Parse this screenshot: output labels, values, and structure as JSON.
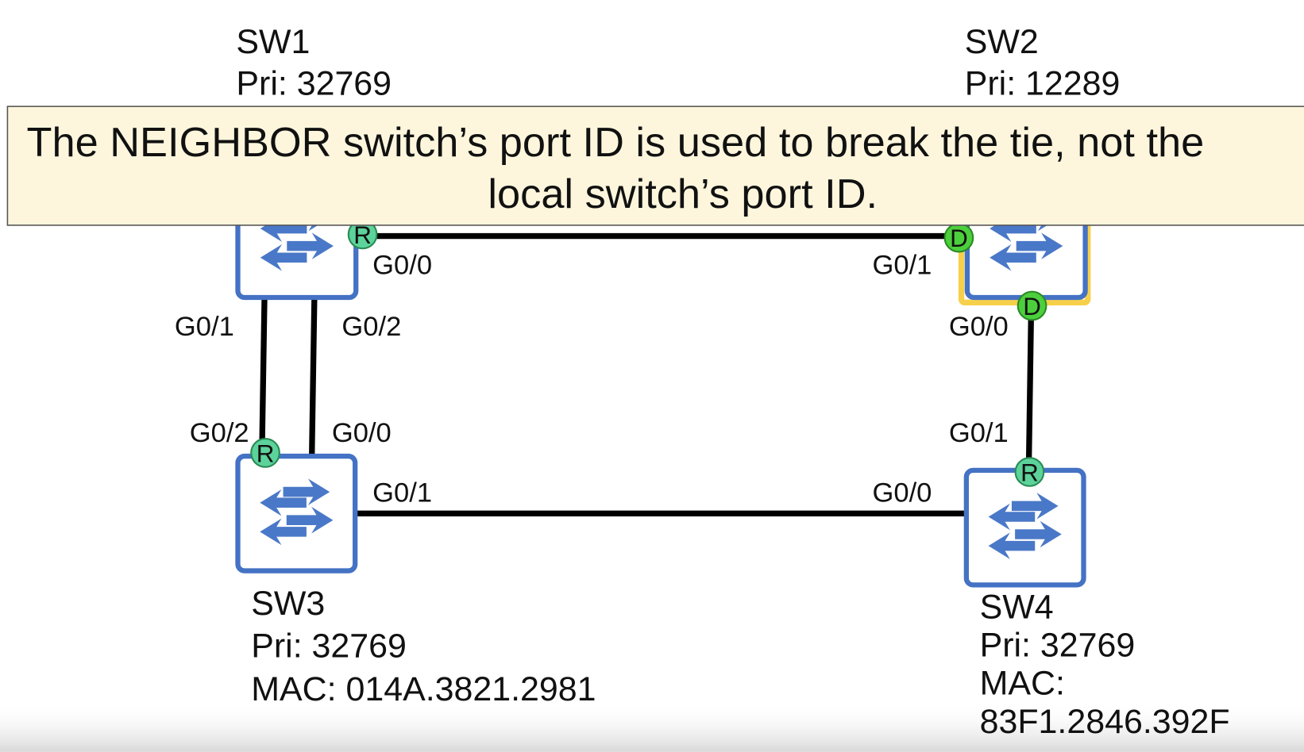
{
  "banner": {
    "line1": "The NEIGHBOR switch’s port ID is used to break the tie, not the",
    "line2": "local switch’s port ID."
  },
  "switches": {
    "sw1": {
      "name": "SW1",
      "priority": "Pri: 32769"
    },
    "sw2": {
      "name": "SW2",
      "priority": "Pri: 12289",
      "highlight": "root-bridge"
    },
    "sw3": {
      "name": "SW3",
      "priority": "Pri: 32769",
      "mac": "MAC: 014A.3821.2981"
    },
    "sw4": {
      "name": "SW4",
      "priority": "Pri: 32769",
      "mac_label": "MAC:",
      "mac": "83F1.2846.392F"
    }
  },
  "links": [
    {
      "from": "SW1",
      "from_port": "G0/0",
      "to": "SW2",
      "to_port": "G0/1"
    },
    {
      "from": "SW1",
      "from_port": "G0/1",
      "to": "SW3",
      "to_port": "G0/2"
    },
    {
      "from": "SW1",
      "from_port": "G0/2",
      "to": "SW3",
      "to_port": "G0/0"
    },
    {
      "from": "SW2",
      "from_port": "G0/0",
      "to": "SW4",
      "to_port": "G0/1"
    },
    {
      "from": "SW3",
      "from_port": "G0/1",
      "to": "SW4",
      "to_port": "G0/0"
    }
  ],
  "port_roles": {
    "sw1_g00": "R",
    "sw2_g01": "D",
    "sw2_g00": "D",
    "sw3_g02": "R",
    "sw4_g01": "R"
  },
  "colors": {
    "switch_border": "#4472c4",
    "switch_arrows": "#4a78c8",
    "root_highlight": "#f7d04b",
    "root_port": "#5cd39a",
    "designated_port": "#4ccf3c",
    "banner_fill": "#fdf6dd",
    "link": "#000000"
  }
}
